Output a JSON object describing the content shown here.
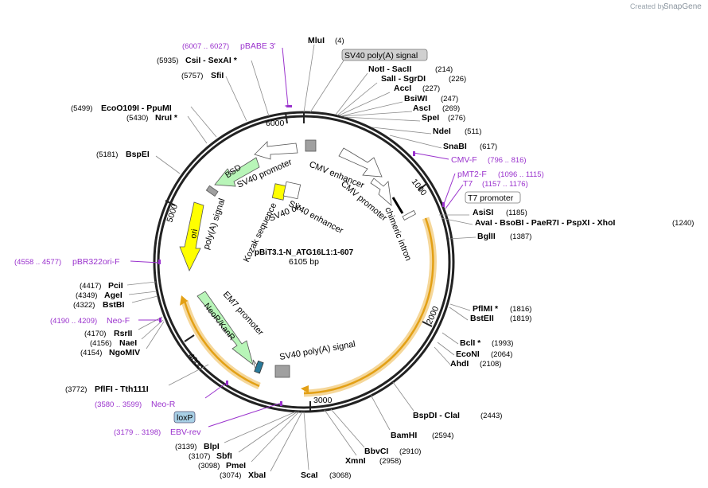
{
  "credit": {
    "text": "Created by",
    "brand": "SnapGene"
  },
  "map": {
    "title": "pBiT3.1-N_ATG16L1:1-607",
    "length": "6105 bp",
    "ticks": [
      "1000",
      "2000",
      "3000",
      "4000",
      "5000",
      "6000"
    ]
  },
  "features": [
    {
      "label": "CMV enhancer"
    },
    {
      "label": "CMV promoter"
    },
    {
      "label": "chimeric intron"
    },
    {
      "label": "SV40 promoter"
    },
    {
      "label": "BSD"
    },
    {
      "label": "SV40 enhancer"
    },
    {
      "label": "SV40 ori"
    },
    {
      "label": "Kozak sequence"
    },
    {
      "label": "poly(A) signal"
    },
    {
      "label": "ori"
    },
    {
      "label": "EM7 promoter"
    },
    {
      "label": "NeoR/KanR"
    },
    {
      "label": "SV40 poly(A) signal"
    }
  ],
  "badges": {
    "sv40_polya": "SV40 poly(A) signal",
    "t7_promoter": "T7 promoter",
    "loxp": "loxP"
  },
  "sites": [
    {
      "name": "MluI",
      "pos": "(4)"
    },
    {
      "name": "NotI  - SacII",
      "pos": "(214)"
    },
    {
      "name": "SalI  - SgrDI",
      "pos": "(226)"
    },
    {
      "name": "AccI",
      "pos": "(227)"
    },
    {
      "name": "BsiWI",
      "pos": "(247)"
    },
    {
      "name": "AscI",
      "pos": "(269)"
    },
    {
      "name": "SpeI",
      "pos": "(276)"
    },
    {
      "name": "NdeI",
      "pos": "(511)"
    },
    {
      "name": "SnaBI",
      "pos": "(617)"
    },
    {
      "name": "AsiSI",
      "pos": "(1185)"
    },
    {
      "name": "AvaI  - BsoBI  - PaeR7I  - PspXI  - XhoI",
      "pos": "(1240)"
    },
    {
      "name": "BglII",
      "pos": "(1387)"
    },
    {
      "name": "PflMI *",
      "pos": "(1816)"
    },
    {
      "name": "BstEII",
      "pos": "(1819)"
    },
    {
      "name": "BclI *",
      "pos": "(1993)"
    },
    {
      "name": "EcoNI",
      "pos": "(2064)"
    },
    {
      "name": "AhdI",
      "pos": "(2108)"
    },
    {
      "name": "BspDI  - ClaI",
      "pos": "(2443)"
    },
    {
      "name": "BamHI",
      "pos": "(2594)"
    },
    {
      "name": "BbvCI",
      "pos": "(2910)"
    },
    {
      "name": "XmnI",
      "pos": "(2958)"
    },
    {
      "name": "ScaI",
      "pos": "(3068)"
    },
    {
      "name": "XbaI",
      "pos": "(3074)"
    },
    {
      "name": "PmeI",
      "pos": "(3098)"
    },
    {
      "name": "SbfI",
      "pos": "(3107)"
    },
    {
      "name": "BlpI",
      "pos": "(3139)"
    },
    {
      "name": "PflFI  - Tth111I",
      "pos": "(3772)"
    },
    {
      "name": "NgoMIV",
      "pos": "(4154)"
    },
    {
      "name": "NaeI",
      "pos": "(4156)"
    },
    {
      "name": "RsrII",
      "pos": "(4170)"
    },
    {
      "name": "BstBI",
      "pos": "(4322)"
    },
    {
      "name": "AgeI",
      "pos": "(4349)"
    },
    {
      "name": "PciI",
      "pos": "(4417)"
    },
    {
      "name": "BspEI",
      "pos": "(5181)"
    },
    {
      "name": "NruI *",
      "pos": "(5430)"
    },
    {
      "name": "EcoO109I  - PpuMI",
      "pos": "(5499)"
    },
    {
      "name": "SfiI",
      "pos": "(5757)"
    },
    {
      "name": "CsiI  - SexAI *",
      "pos": "(5935)"
    }
  ],
  "primers": [
    {
      "name": "pBABE 3'",
      "pos": "(6007 .. 6027)"
    },
    {
      "name": "CMV-F",
      "pos": "(796 .. 816)"
    },
    {
      "name": "pMT2-F",
      "pos": "(1096 .. 1115)"
    },
    {
      "name": "T7",
      "pos": "(1157 .. 1176)"
    },
    {
      "name": "pBR322ori-F",
      "pos": "(4558 .. 4577)"
    },
    {
      "name": "Neo-F",
      "pos": "(4190 .. 4209)"
    },
    {
      "name": "Neo-R",
      "pos": "(3580 .. 3599)"
    },
    {
      "name": "EBV-rev",
      "pos": "(3179 .. 3198)"
    }
  ],
  "colors": {
    "backbone": "#222222",
    "insert": "#f5a623",
    "marker": "#b8f5b8",
    "ori": "#ffff00",
    "primer": "#9a32cd",
    "polyA": "#999999",
    "promoter": "#ffffff",
    "loxp": "#a8d0e6"
  }
}
